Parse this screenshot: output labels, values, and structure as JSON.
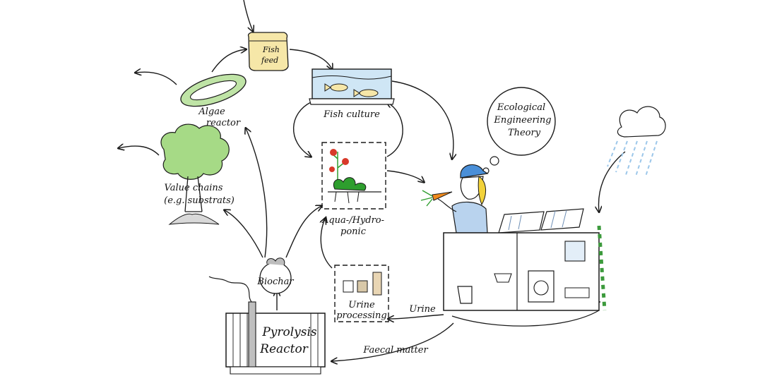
{
  "labels": {
    "fish_feed": [
      "Fish",
      "feed"
    ],
    "fish_culture": "Fish culture",
    "algae_reactor": [
      "Algae",
      "reactor"
    ],
    "value_chains": [
      "Value chains",
      "(e.g. substrats)"
    ],
    "aquaponic": [
      "Aqua-/Hydro-",
      "ponic"
    ],
    "biochar": "Biochar",
    "pyrolysis_reactor": [
      "Pyrolysis",
      "Reactor"
    ],
    "urine_processing": [
      "Urine",
      "processing"
    ],
    "urine_flow": "Urine",
    "faecal_flow": "Faecal matter",
    "theory": [
      "Ecological",
      "Engineering",
      "Theory"
    ]
  },
  "colors": {
    "ink": "#1a1a1a",
    "algae_green": "#7cc25a",
    "tree_green": "#8fd06a",
    "plant_green": "#2e9e2e",
    "tomato_red": "#d83a2a",
    "carrot_orange": "#f08a1c",
    "hair_yellow": "#f2d23a",
    "cap_blue": "#4a8fd8",
    "shirt_blue": "#b9d3ee",
    "water_blue": "#cfe6f5",
    "container_yellow": "#f6e7a8",
    "panel_blue": "#6f8fb6",
    "cloud_blue": "#9cc7ea",
    "roof_green": "#3c9a3c"
  }
}
